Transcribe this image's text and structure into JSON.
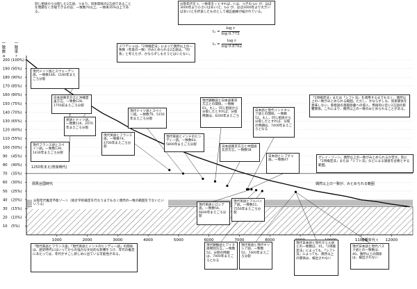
{
  "chart_data": {
    "type": "line",
    "x_label": "分裂年代 t",
    "y_label_left": "一致数 a",
    "y_label_right": "一致率 r",
    "x_ticks": [
      1000,
      2000,
      3000,
      4000,
      5000,
      6000,
      7000,
      8000,
      9000,
      10000,
      11000,
      12000
    ],
    "y_ticks": [
      {
        "value": 10,
        "pct": "(5%)"
      },
      {
        "value": 20,
        "pct": "(10%)"
      },
      {
        "value": 30,
        "pct": "(15%)"
      },
      {
        "value": 40,
        "pct": "(20%)"
      },
      {
        "value": 50,
        "pct": "(25%)"
      },
      {
        "value": 60,
        "pct": "(30%)"
      },
      {
        "value": 70,
        "pct": "(35%)"
      },
      {
        "value": 80,
        "pct": "(40%)"
      },
      {
        "value": 90,
        "pct": "(45%)"
      },
      {
        "value": 100,
        "pct": "(50%)"
      },
      {
        "value": 110,
        "pct": "(55%)"
      },
      {
        "value": 120,
        "pct": "(60%)"
      },
      {
        "value": 130,
        "pct": "(65%)"
      },
      {
        "value": 140,
        "pct": "(70%)"
      },
      {
        "value": 150,
        "pct": "(75%)"
      },
      {
        "value": 160,
        "pct": "(80%)"
      },
      {
        "value": 170,
        "pct": "(85%)"
      },
      {
        "value": 180,
        "pct": "(90%)"
      },
      {
        "value": 190,
        "pct": "(95%)"
      },
      {
        "value": 200,
        "pct": "(100%)"
      }
    ],
    "xlim": [
      0,
      12700
    ],
    "ylim": [
      0,
      200
    ],
    "curve": {
      "x": [
        0,
        500,
        1000,
        1500,
        2000,
        2500,
        3000,
        3500,
        4000,
        4500,
        5000,
        5500,
        6000,
        6500,
        7000,
        7500,
        8000,
        8500,
        9000,
        9500,
        10000,
        10500,
        11000,
        11500,
        12000,
        12600
      ],
      "y": [
        200,
        186,
        173,
        161,
        150,
        139,
        130,
        120,
        112,
        104,
        97,
        90,
        84,
        78,
        72,
        67,
        62,
        58,
        54,
        50,
        47,
        44,
        40,
        38,
        35,
        32
      ]
    },
    "points": [
      {
        "x": 1180,
        "y": 148
      },
      {
        "x": 1750,
        "y": 128
      },
      {
        "x": 2070,
        "y": 116
      },
      {
        "x": 1430,
        "y": 139
      },
      {
        "x": 4700,
        "y": 74
      },
      {
        "x": 5150,
        "y": 70
      },
      {
        "x": 5800,
        "y": 64
      },
      {
        "x": 6200,
        "y": 61
      },
      {
        "x": 6600,
        "y": 56
      },
      {
        "x": 7250,
        "y": 52
      },
      {
        "x": 7300,
        "y": 52
      },
      {
        "x": 7400,
        "y": 52
      },
      {
        "x": 7550,
        "y": 51
      },
      {
        "x": 7750,
        "y": 50
      },
      {
        "x": 8850,
        "y": 49
      }
    ],
    "reference_line_y": 70,
    "chance_band": [
      33,
      40
    ],
    "hatched_zone_max": 32,
    "markers": [
      {
        "label": "1250年まえ(奈良時代)",
        "x": 1250,
        "y": 75
      },
      {
        "label": "邪馬台国時代",
        "x": 1800,
        "y": 49
      }
    ],
    "band_label": "偶然以上の一致が、みとめられる範囲",
    "zone_label": "分裂年代推定不能ゾーン（統計学的検定を行なうまでもなく偶然の一致の範囲をでないといいうる）"
  },
  "notes": {
    "top_left": "同じ祖語から分裂した2言語、つまり、同系関係の2言語であることを問題なく示唆できるのは、一致数70以上、一致率35%以上である。",
    "top_formula_intro": "分裂年代を t、一致率を r とすれば、t は、つぎの t₁(r が、ほぼ3000年より小さいばあい)と、t₂(r が、ほぼ3000年より大きいばあい)とを折衷したものとして補正曲線が描かれている。",
    "formula_t1": "t₁ = ",
    "formula_t1_num": "log r",
    "formula_t1_den": "log 0.775",
    "formula_t2": "t₂ = ",
    "formula_t2_num": "log r",
    "formula_t2_den": "log 0.8762",
    "swadesh": "スワデシュは、「2項検定法」によって偶然以上の一致数（有意の一致）がみとめられる2言語は、「同系」と考えたが、かならずしもそうとはいえない。",
    "right_note": "「2項検定法」または「シフト法」を適用するまでもなく、偶然以上の一致がみとめられる範囲。ただし、かならずしも、同系関係を意味しない。曽祖語の基礎語彙への侵入、用語的に近い2言語の影響関係。これにより、偶然以上の一致のみとめられることがある。",
    "gray_zone": "グレイ・ゾーン。偶然以上の一致がみとめられるか否か。別に「2項検定法」または「シフト法」などによる調査を必要とする範囲。",
    "bottom_left": "「現代英語とフランス語」「現代英語とインドのヒンディー語」の関係は、歴史時代にはいってからの強力な文化的な影響をうけ、年代の推定にあたっては、年代がすこし新しめに出ている可能性がある。"
  },
  "annotations": [
    {
      "id": "de-sv",
      "text": "現代ドイツ語とスウェーデン語。一致数148、1180年まえごろ分裂"
    },
    {
      "id": "ja-okinawa",
      "text": "日本語東京方言と沖縄首里方言。一致数128、1750前まえごろ分裂"
    },
    {
      "id": "en-de",
      "text": "英語とドイツ語。一致数116、2070年まえごろ分裂"
    },
    {
      "id": "fr-es",
      "text": "現代フランス語とスペイン語。一致数139、1430年まえごろ分裂"
    },
    {
      "id": "en-fr",
      "text": "現代英語とフランス語。一致数74、4700年まえごろ分裂"
    },
    {
      "id": "de-es",
      "text": "現代ドイツ語とスペイン語。一致数70、5150年まえごろ分裂"
    },
    {
      "id": "en-hi",
      "text": "現代英語とインドのヒンディー語。一致数64、5800年まえごろ分裂"
    },
    {
      "id": "ko-ja",
      "text": "現代朝鮮語と日本語東京方言との関係。一致数61。もし、同じ祖語から分裂したとすれば、分裂時期は、6200年まえごろ"
    },
    {
      "id": "ja-zh",
      "text": "日本語東京方言と中国語北京方言。一致数58"
    },
    {
      "id": "ja-id",
      "text": "日本語と現代インドネシア語との関係。一致数52。もし、同じ祖語から分裂したとすれば、分裂の時期は、7400年まえごろとなる"
    },
    {
      "id": "ja-ainu",
      "text": "日本語とレプチャ語。一致数47"
    },
    {
      "id": "en-ru",
      "text": "現代英語とロシア語。一致数56、6600年まえごろ分裂"
    },
    {
      "id": "en-al",
      "text": "現代英語とアルバニア語。一致数51、7550年まえごろ分裂"
    },
    {
      "id": "ko-ga",
      "text": "現代朝鮮語とアイヌ語幌別方言。一致数52。分裂の時期は、7400年まえごろとなる"
    },
    {
      "id": "en-gr",
      "text": "現代英語と現代ギリシア語。一致数52、7400年まえごろ分裂"
    },
    {
      "id": "ja-sh",
      "text": "現代日本語と現代タミル語との一致数は、41。「2項検定法」によっても、「シフト法」によっても、偶然以上の関係は、検出されない"
    },
    {
      "id": "ja-ba",
      "text": "現代日本語と現代バスク語との一致数は、40。偶然以上の関係は、検出されない"
    }
  ]
}
